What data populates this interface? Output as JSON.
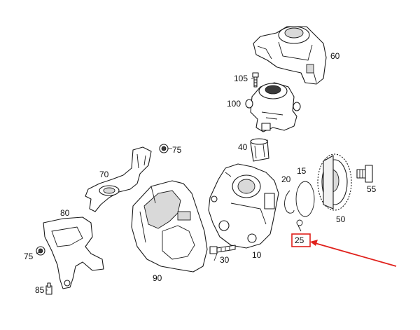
{
  "colors": {
    "background": "#ffffff",
    "line": "#1a1a1a",
    "highlight": "#e0201b"
  },
  "callouts": {
    "p60": "60",
    "p105": "105",
    "p100": "100",
    "p40": "40",
    "p75_top": "75",
    "p70": "70",
    "p20": "20",
    "p15": "15",
    "p55": "55",
    "p80": "80",
    "p50": "50",
    "p25": "25",
    "p75_left": "75",
    "p30": "30",
    "p10": "10",
    "p90": "90",
    "p85": "85"
  }
}
